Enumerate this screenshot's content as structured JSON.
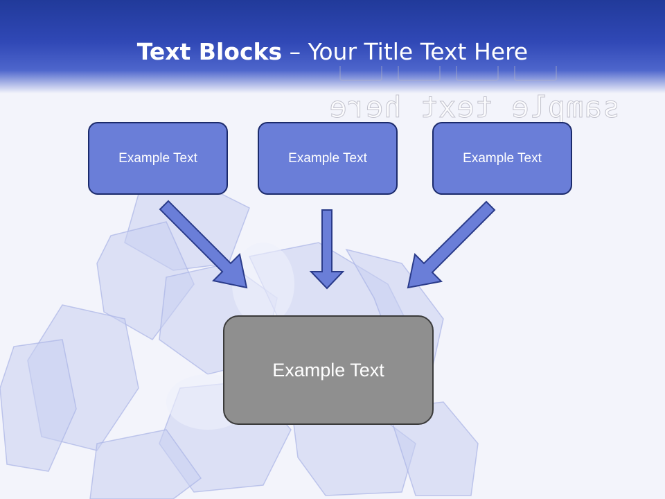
{
  "title": {
    "bold": "Text Blocks",
    "dash": " – ",
    "rest": "Your Title Text Here"
  },
  "background_text": {
    "mirrored": "sample text here"
  },
  "diagram": {
    "source_boxes": [
      {
        "label": "Example Text"
      },
      {
        "label": "Example Text"
      },
      {
        "label": "Example Text"
      }
    ],
    "target_box": {
      "label": "Example Text"
    }
  },
  "colors": {
    "header_dark": "#213a9a",
    "header_light": "#4e66cc",
    "box_fill": "#6a7ed8",
    "box_border": "#1b2a6b",
    "target_fill": "#8f8f8f",
    "arrow_fill": "#6a7ed8"
  }
}
